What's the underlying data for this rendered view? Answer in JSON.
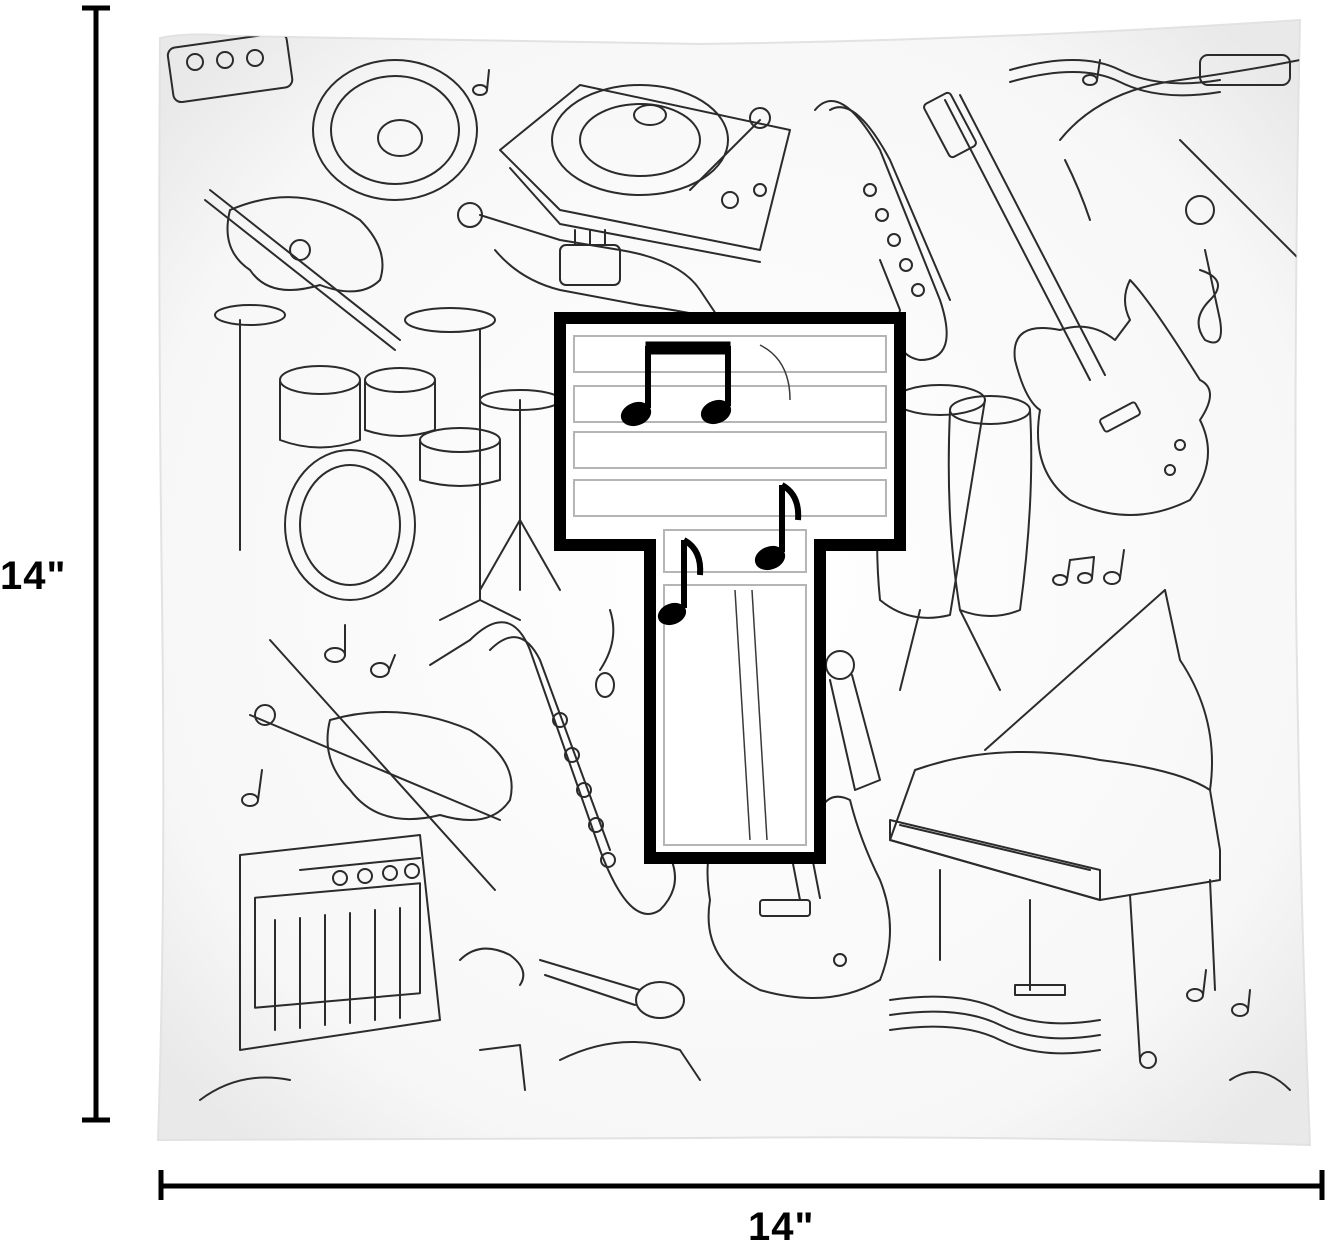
{
  "dimensions": {
    "height_label": "14\"",
    "width_label": "14\""
  },
  "colors": {
    "background": "#ffffff",
    "pillow": "#fbfbfb",
    "line_art": "#2b2b2b",
    "letter": "#000000",
    "dimension_lines": "#000000"
  },
  "artwork": {
    "letter_shape": "T",
    "pattern_icons": [
      "vinyl-record-icon",
      "turntable-icon",
      "violin-icon",
      "trumpet-icon",
      "saxophone-icon",
      "electric-guitar-icon",
      "drum-kit-icon",
      "conga-drums-icon",
      "grand-piano-icon",
      "amplifier-icon",
      "microphone-icon",
      "music-note-icon",
      "treble-clef-icon"
    ]
  }
}
